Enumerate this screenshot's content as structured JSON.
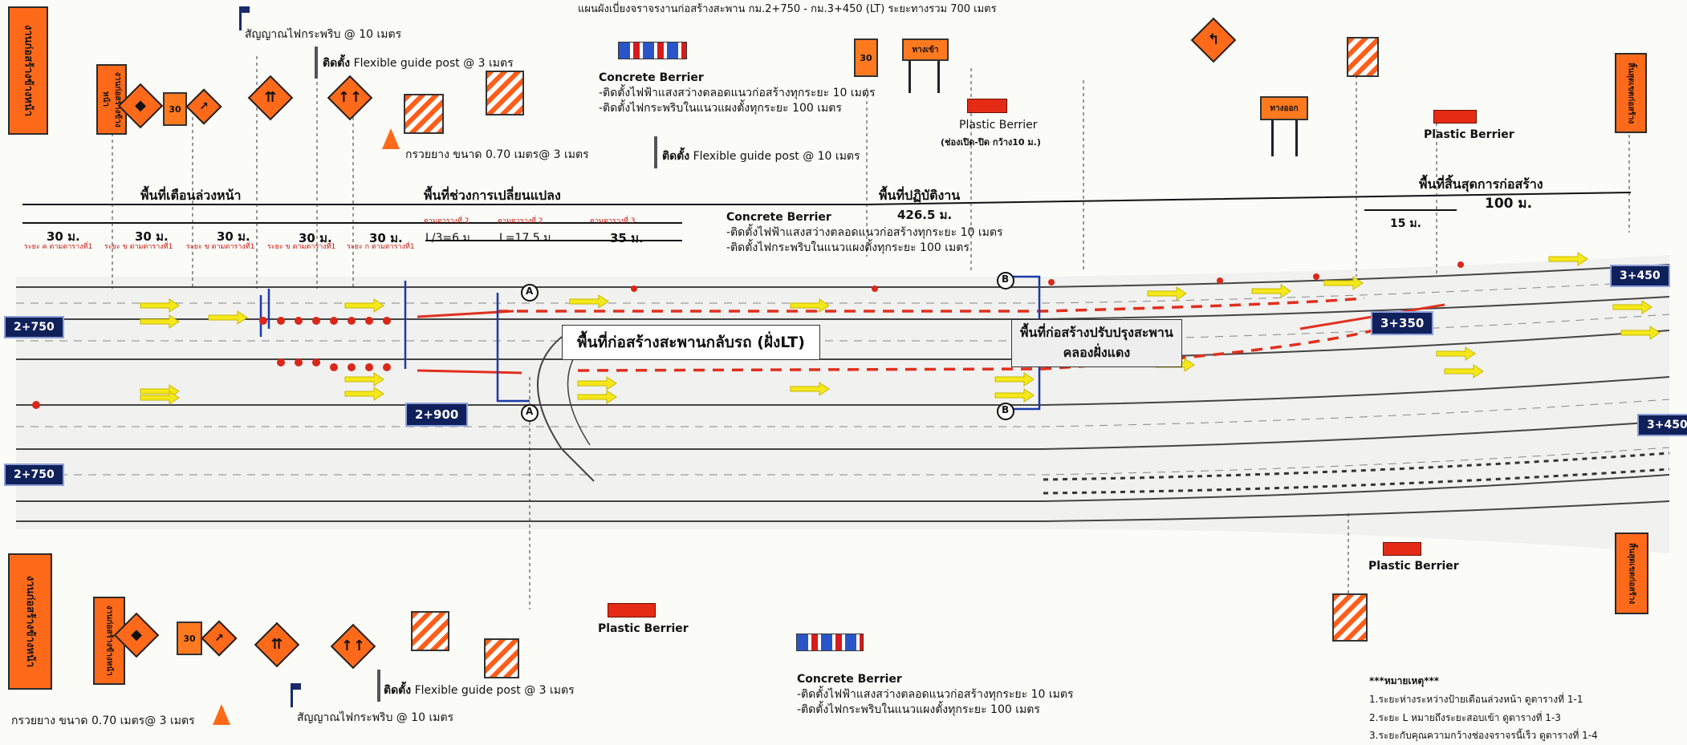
{
  "header_title": "แผนผังเบี่ยงจราจรงานก่อสร้างสะพาน กม.2+750 - กม.3+450 (LT) ระยะทางรวม 700 เมตร",
  "zones": {
    "warning": "พื้นที่เตือนล่วงหน้า",
    "transition": "พื้นที่ช่วงการเปลี่ยนแปลง",
    "work": "พื้นที่ปฏิบัติงาน",
    "end": "พื้นที่สิ้นสุดการก่อสร้าง"
  },
  "distances": {
    "d30": "30 ม.",
    "l_third": "L/3=6 ม.",
    "l_full": "L=17.5 ม.",
    "d35": "35 ม.",
    "work_len": "426.5 ม.",
    "end_len": "100 ม.",
    "d15": "15 ม."
  },
  "sign_labels": {
    "s1": "ระยะ ค ตามตารางที่1",
    "s2": "ระยะ ข ตามตารางที่1",
    "s3": "ระยะ ข ตามตารางที่1",
    "s4": "ระยะ ข ตามตารางที่1",
    "s5": "ระยะ ก ตามตารางที่1",
    "t2": "ตามตารางที่ 2",
    "t3": "ตามตารางที่ 3"
  },
  "stations": {
    "st_2750_top": "2+750",
    "st_2750_bot": "2+750",
    "st_2900": "2+900",
    "st_3350": "3+350",
    "st_3450_top": "3+450",
    "st_3450_mid": "3+450"
  },
  "markers": {
    "a1": "A",
    "a2": "A",
    "b1": "B",
    "b2": "B"
  },
  "work_zone_labels": {
    "bridge": "พื้นที่ก่อสร้างสะพานกลับรถ (ฝั่งLT)",
    "improve_line1": "พื้นที่ก่อสร้างปรับปรุงสะพาน",
    "improve_line2": "คลองฝั่งแดง"
  },
  "annotations": {
    "flash_top": "สัญญาณไฟกระพริบ @ 10 เมตร",
    "guide_top_bold": "ติดตั้ง",
    "guide_top": "Flexible guide post @ 3 เมตร",
    "cone_top": "กรวยยาง ขนาด 0.70 เมตร@ 3 เมตร",
    "guide_mid_bold": "ติดตั้ง",
    "guide_mid": "Flexible guide post @ 10 เมตร",
    "concrete1_title": "Concrete Berrier",
    "concrete1_l1": "-ติดตั้งไฟฟ้าแสงสว่างตลอดแนวก่อสร้างทุกระยะ 10 เมตร",
    "concrete1_l2": "-ติดตั้งไฟกระพริบในแนวแผงตั้งทุกระยะ 100 เมตร",
    "concrete2_title": "Concrete Berrier",
    "concrete2_l1": "-ติดตั้งไฟฟ้าแสงสว่างตลอดแนวก่อสร้างทุกระยะ 10 เมตร",
    "concrete2_l2": "-ติดตั้งไฟกระพริบในแนวแผงตั้งทุกระยะ 100 เมตร",
    "plastic_top": "Plastic Berrier",
    "plastic_top_sub": "(ช่องเปิด-ปิด กว้าง10 ม.)",
    "plastic_right": "Plastic Berrier",
    "plastic_bot_left": "Plastic Berrier",
    "plastic_bot_right": "Plastic Berrier",
    "guide_bot_bold": "ติดตั้ง",
    "guide_bot": "Flexible guide post @ 3 เมตร",
    "flash_bot": "สัญญาณไฟกระพริบ @ 10 เมตร",
    "cone_bot": "กรวยยาง ขนาด 0.70 เมตร@ 3 เมตร",
    "concrete3_title": "Concrete Berrier",
    "concrete3_l1": "-ติดตั้งไฟฟ้าแสงสว่างตลอดแนวก่อสร้างทุกระยะ 10 เมตร",
    "concrete3_l2": "-ติดตั้งไฟกระพริบในแนวแผงตั้งทุกระยะ 100 เมตร"
  },
  "notes": {
    "title": "***หมายเหตุ***",
    "n1": "1.ระยะห่างระหว่างป้ายเตือนล่วงหน้า ดูตารางที่ 1-1",
    "n2": "2.ระยะ L หมายถึงระยะสอบเข้า ดูตารางที่ 1-3",
    "n3": "3.ระยะกับคุณความกว้างช่องจราจรนี้เร็ว ดูตารางที่ 1-4"
  },
  "sign_text": {
    "work_ahead": "งานก่อสร้างข้างหน้า",
    "end_work": "สิ้นสุดเขตก่อสร้าง",
    "speed": "30",
    "detour": "ทางเข้า",
    "exit": "ทางออก"
  },
  "colors": {
    "orange": "#ff6a1a",
    "red_line": "#e0301e",
    "navy": "#10205a",
    "arrow_yellow": "#f5e81a"
  }
}
